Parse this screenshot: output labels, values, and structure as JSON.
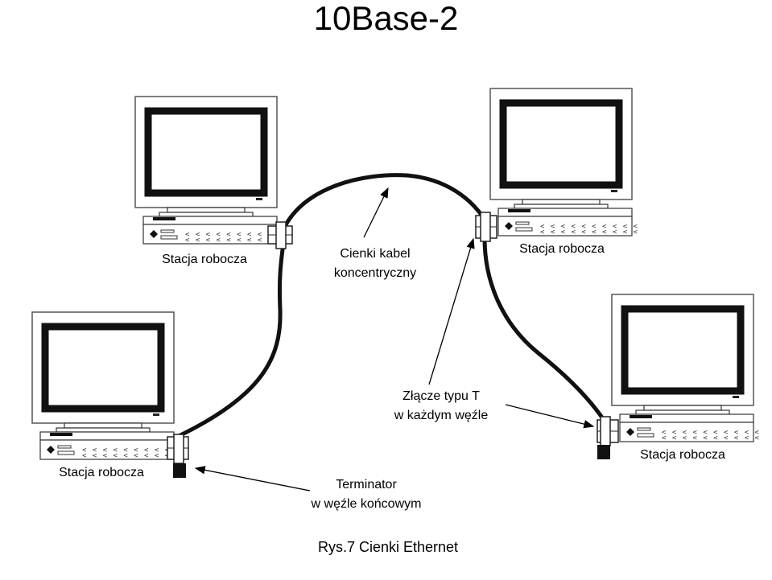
{
  "title": "10Base-2",
  "workstations": [
    {
      "id": "ws1",
      "label": "Stacja robocza"
    },
    {
      "id": "ws2",
      "label": "Stacja robocza"
    },
    {
      "id": "ws3",
      "label": "Stacja robocza"
    },
    {
      "id": "ws4",
      "label": "Stacja robocza"
    }
  ],
  "annotations": {
    "cable": {
      "line1": "Cienki kabel",
      "line2": "koncentryczny"
    },
    "tconnector": {
      "line1": "Złącze typu T",
      "line2": "w  każdym węźle"
    },
    "terminator": {
      "line1": "Terminator",
      "line2": "w węźle końcowym"
    }
  },
  "caption": "Rys.7 Cienki Ethernet",
  "drive_marks": "< < < < < < < < < <"
}
